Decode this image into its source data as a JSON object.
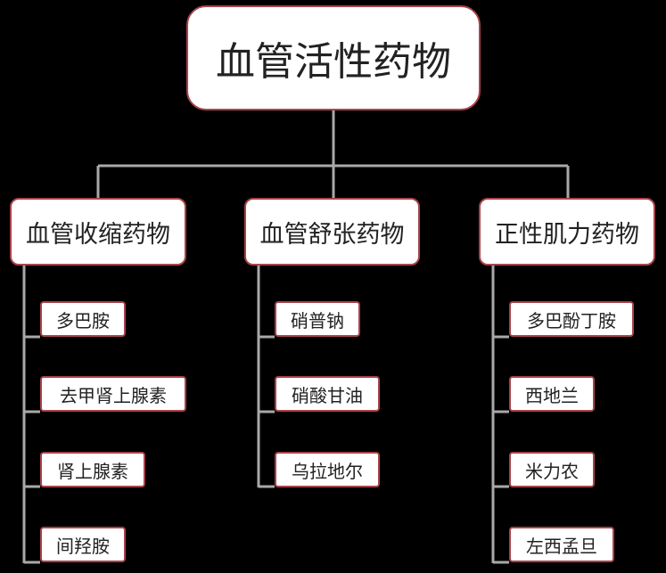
{
  "root": {
    "label": "血管活性药物"
  },
  "colors": {
    "border": "#a8434b",
    "line": "#a9a9a9",
    "background": "#000000",
    "text": "#222222"
  },
  "categories": [
    {
      "label": "血管收缩药物",
      "drugs": [
        "多巴胺",
        "去甲肾上腺素",
        "肾上腺素",
        "间羟胺"
      ]
    },
    {
      "label": "血管舒张药物",
      "drugs": [
        "硝普钠",
        "硝酸甘油",
        "乌拉地尔"
      ]
    },
    {
      "label": "正性肌力药物",
      "drugs": [
        "多巴酚丁胺",
        "西地兰",
        "米力农",
        "左西孟旦"
      ]
    }
  ]
}
